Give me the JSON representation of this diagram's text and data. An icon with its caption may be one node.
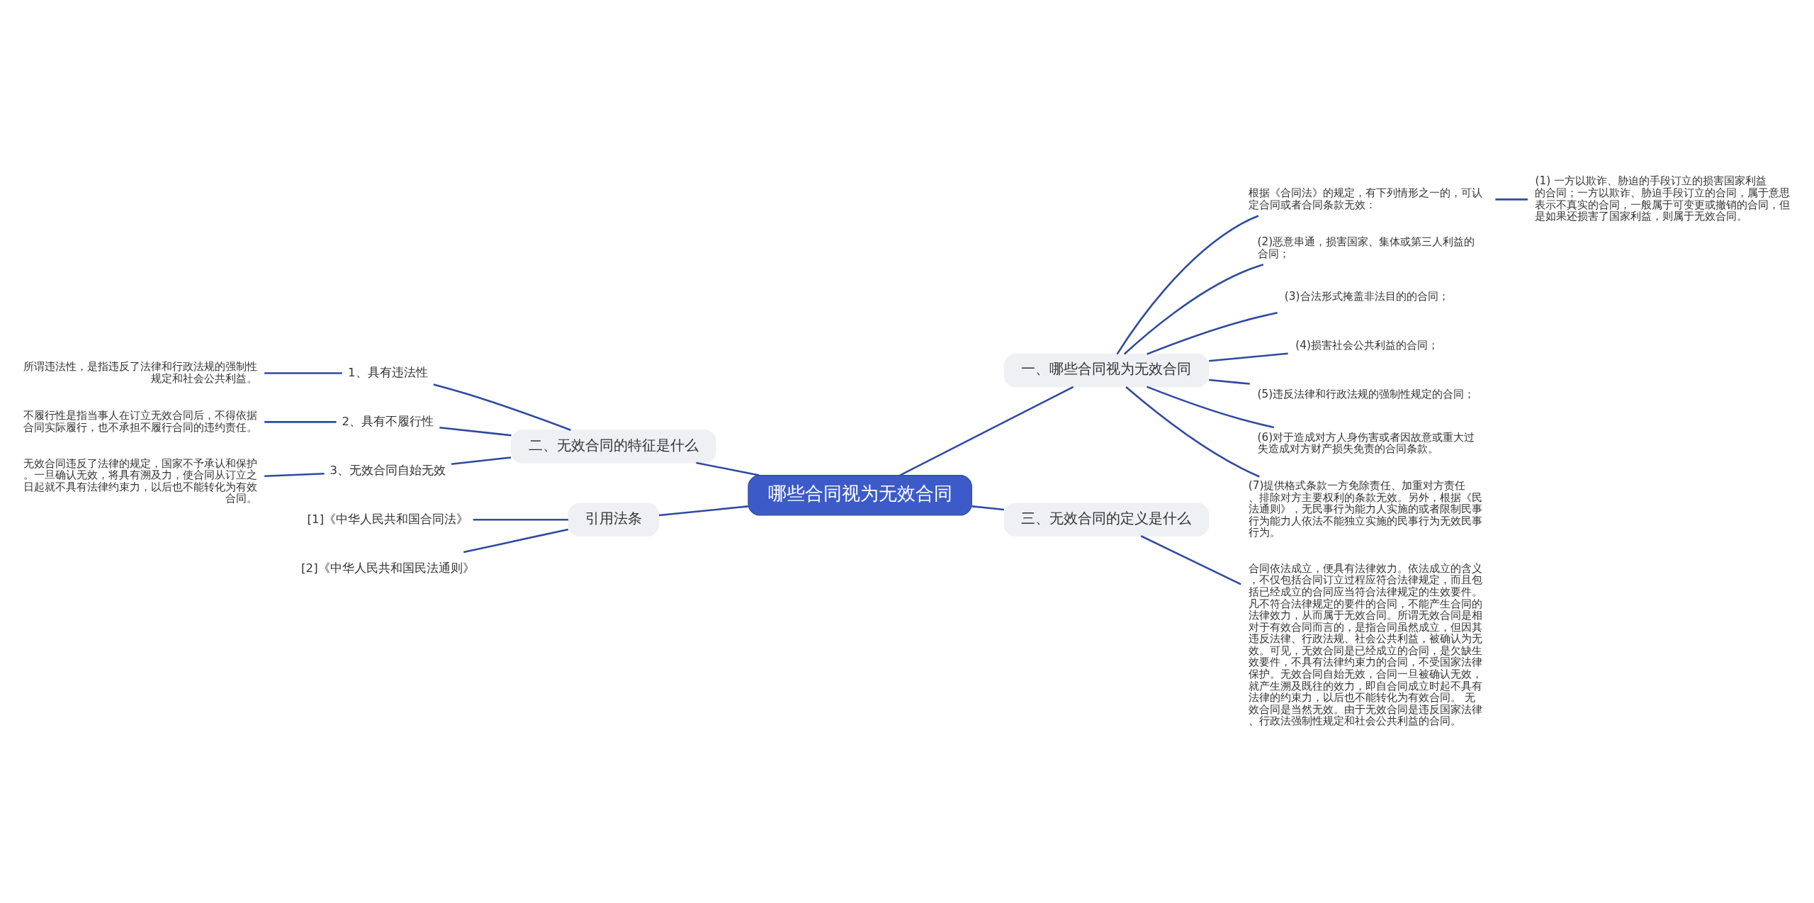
{
  "diagram": {
    "nodes": [
      {
        "text": [
          "哪些合同视为无效合同"
        ]
      },
      {
        "text": [
          "一、哪些合同视为无效合同"
        ]
      },
      {
        "text": [
          "根据《合同法》的规定，有下列情形之一的，可认定合同或者合同条款无效："
        ]
      },
      {
        "text": [
          "(1) 一方以欺诈、胁迫的手段订立的损害国家利益的合同；一方以欺诈、胁迫手段订立的合同，属于意思表示不真实的合同，一般属于可变更或撤销的合同，但是如果还损害了国家利益，则属于无效合同。"
        ]
      },
      {
        "text": [
          "(2)恶意串通，损害国家、集体或第三人利益的合同；"
        ]
      },
      {
        "text": [
          "(3)合法形式掩盖非法目的的合同；"
        ]
      },
      {
        "text": [
          "(4)损害社会公共利益的合同；"
        ]
      },
      {
        "text": [
          "(5)违反法律和行政法规的强制性规定的合同；"
        ]
      },
      {
        "text": [
          "(6)对于造成对方人身伤害或者因故意或重大过失造成对方财产损失免责的合同条款。"
        ]
      },
      {
        "text": [
          "(7)提供格式条款一方免除责任、加重对方责任、排除对方主要权利的条款无效。另外，根据《民法通则》，无民事行为能力人实施的或者限制民事行为能力人依法不能独立实施的民事行为无效民事行为。"
        ]
      },
      {
        "text": [
          "三、无效合同的定义是什么"
        ]
      },
      {
        "text": [
          "合同依法成立，便具有法律效力。依法成立的含义，不仅包括合同订立过程应符合法律规定，而且包括已经成立的合同应当符合法律规定的生效要件。凡不符合法律规定的要件的合同，不能产生合同的法律效力，从而属于无效合同。所谓无效合同是相对于有效合同而言的，是指合同虽然成立，但因其违反法律、行政法规、社会公共利益，被确认为无效。可见，无效合同是已经成立的合同，是欠缺生效要件，不具有法律约束力的合同，不受国家法律保护。无效合同自始无效，合同一旦被确认无效，就产生溯及既往的效力，即自合同成立时起不具有法律的约束力，以后也不能转化为有效合同。 无效合同是当然无效。由于无效合同是违反国家法律、行政法强制性规定和社会公共利益的合同。"
        ]
      },
      {
        "text": [
          "二、无效合同的特征是什么"
        ]
      },
      {
        "text": [
          "1、具有违法性"
        ]
      },
      {
        "text": [
          "所谓违法性，是指违反了法律和行政法规的强制性规定和社会公共利益。"
        ]
      },
      {
        "text": [
          "2、具有不履行性"
        ]
      },
      {
        "text": [
          "不履行性是指当事人在订立无效合同后，不得依据合同实际履行，也不承担不履行合同的违约责任。"
        ]
      },
      {
        "text": [
          "3、无效合同自始无效"
        ]
      },
      {
        "text": [
          "无效合同违反了法律的规定，国家不予承认和保护。一旦确认无效，将具有溯及力，使合同从订立之日起就不具有法律约束力，以后也不能转化为有效合同。"
        ]
      },
      {
        "text": [
          "引用法条"
        ]
      },
      {
        "text": [
          "[1]《中华人民共和国合同法》"
        ]
      },
      {
        "text": [
          "[2]《中华人民共和国民法通则》"
        ]
      }
    ],
    "edges": [
      {
        "from": 0,
        "to": 1,
        "arrow": "none"
      },
      {
        "from": 1,
        "to": 2,
        "arrow": "none"
      },
      {
        "from": 2,
        "to": 3,
        "arrow": "none"
      },
      {
        "from": 1,
        "to": 4,
        "arrow": "none"
      },
      {
        "from": 1,
        "to": 5,
        "arrow": "none"
      },
      {
        "from": 1,
        "to": 6,
        "arrow": "none"
      },
      {
        "from": 1,
        "to": 7,
        "arrow": "none"
      },
      {
        "from": 1,
        "to": 8,
        "arrow": "none"
      },
      {
        "from": 1,
        "to": 9,
        "arrow": "none"
      },
      {
        "from": 0,
        "to": 10,
        "arrow": "none"
      },
      {
        "from": 10,
        "to": 11,
        "arrow": "none"
      },
      {
        "from": 0,
        "to": 12,
        "arrow": "none"
      },
      {
        "from": 12,
        "to": 13,
        "arrow": "none"
      },
      {
        "from": 13,
        "to": 14,
        "arrow": "none"
      },
      {
        "from": 12,
        "to": 15,
        "arrow": "none"
      },
      {
        "from": 15,
        "to": 16,
        "arrow": "none"
      },
      {
        "from": 12,
        "to": 17,
        "arrow": "none"
      },
      {
        "from": 17,
        "to": 18,
        "arrow": "none"
      },
      {
        "from": 0,
        "to": 19,
        "arrow": "none"
      },
      {
        "from": 19,
        "to": 20,
        "arrow": "none"
      },
      {
        "from": 19,
        "to": 21,
        "arrow": "none"
      }
    ]
  }
}
